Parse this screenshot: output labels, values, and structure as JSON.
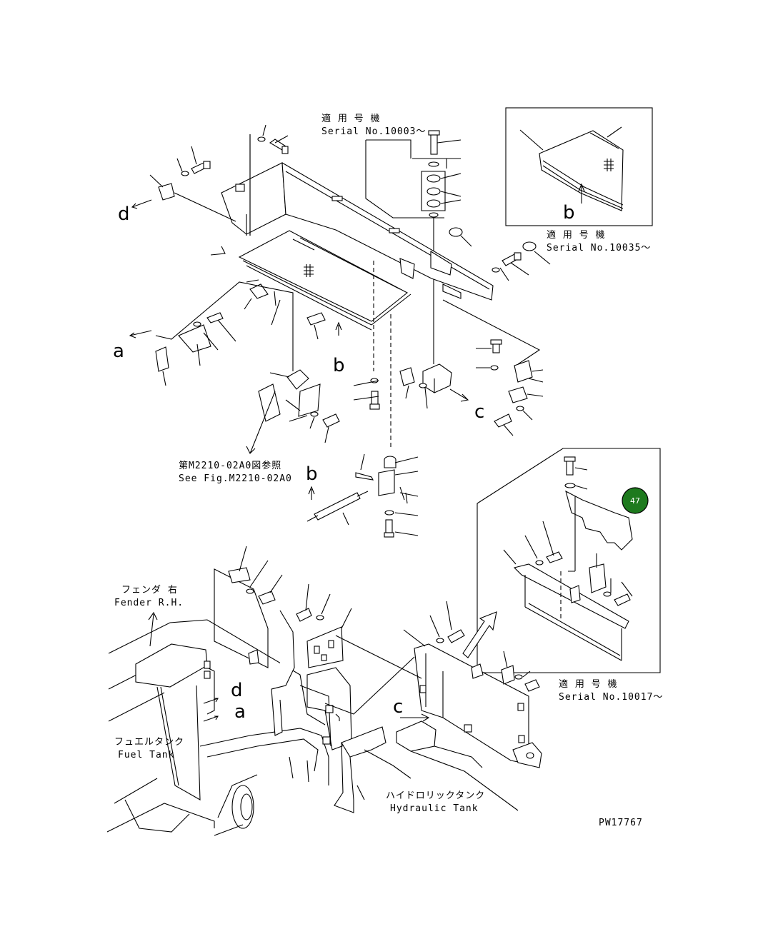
{
  "labels": {
    "serial_top_jp": "適 用 号 機",
    "serial_top": "Serial No.10003〜",
    "serial_inset_jp": "適 用 号 機",
    "serial_inset": "Serial No.10035〜",
    "serial_bottom_jp": "適 用 号 機",
    "serial_bottom": "Serial No.10017〜",
    "fig_ref_jp": "第M2210-02A0図参照",
    "fig_ref_en": "See Fig.M2210-02A0",
    "fender_jp": "フェンダ 右",
    "fender_en": "Fender R.H.",
    "fuel_jp": "フュエルタンク",
    "fuel_en": "Fuel Tank",
    "hyd_jp": "ハイドロリックタンク",
    "hyd_en": "Hydraulic Tank",
    "drawing_no": "PW17767"
  },
  "view_markers": {
    "a1": "a",
    "a2": "a",
    "b1": "b",
    "b2": "b",
    "b3": "b",
    "c1": "c",
    "c2": "c",
    "d1": "d",
    "d2": "d"
  },
  "badge": {
    "text": "47",
    "color": "#1e7a1e"
  }
}
